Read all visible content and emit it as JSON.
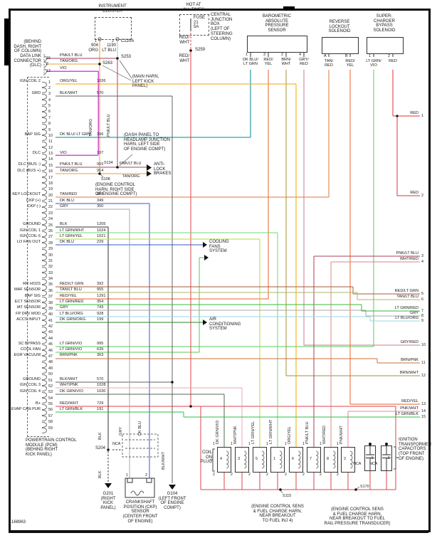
{
  "figure_number": "168963",
  "instrument_cluster": {
    "title": "INSTRUMENT\nCLUSTER",
    "connector": "C220A",
    "pins": [
      {
        "pin": "1",
        "wire": "904\nORG"
      },
      {
        "pin": "2",
        "wire": "1190\nLT BLU"
      }
    ]
  },
  "fuse": {
    "header": "HOT AT\nALL TIMES",
    "label": "FUSE\n21\n5A",
    "box": "CENTRAL\nJUNCTION\nBOX\n(LEFT OF\nSTEERING\nCOLUMN)",
    "wire_above": "RED/\nWHT",
    "wire_below": "RED/\nWHT"
  },
  "bap_sensor": {
    "title": "BAROMETRIC\nABSOLUTE\nPRESSURE\nSENSOR",
    "pins": [
      {
        "pin": "1",
        "wire": "DK BLU/\nLT GRN"
      },
      {
        "pin": "3",
        "wire": "RED/\nYEL"
      },
      {
        "pin": "2",
        "wire": "BRN/\nWHT"
      },
      {
        "pin": "4",
        "wire": "GRY/\nRED"
      }
    ]
  },
  "reverse_solenoid": {
    "title": "REVERSE\nLOCKOUT\nSOLENOID",
    "pins": [
      {
        "pin": "A",
        "wire": "TAN/\nRED"
      },
      {
        "pin": "B",
        "wire": "RED/\nYEL"
      }
    ]
  },
  "sc_solenoid": {
    "title": "SUPER-\nCHARGER\nBYPASS\nSOLENOID",
    "pins": [
      {
        "pin": "1",
        "wire": "LT GRN/\nVIO"
      },
      {
        "pin": "2",
        "wire": "RED"
      }
    ]
  },
  "dlc": {
    "location": "(BEHIND\nDASH, RIGHT\nOF COLUMN)",
    "name": "DATA LINK\nCONNECTOR\n(DLC)",
    "pins": [
      {
        "pin": "16",
        "wire": "PNK/LT BLU"
      },
      {
        "pin": "2",
        "wire": "TAN/ORG"
      },
      {
        "pin": "13",
        "wire": "VIO"
      }
    ]
  },
  "splices": {
    "s253": "S253",
    "s263": "S263",
    "s134": "S134",
    "s108": "S108",
    "s259": "S259",
    "s204": "S204",
    "s115": "S115",
    "s170": "S170"
  },
  "notes": {
    "main_harn": "(MAIN HARN,\nLEFT KICK\nPANEL)",
    "dash_panel": "(DASH PANEL TO\nHEADLAMP JUNCTION\nHARN, LEFT SIDE\nOF ENGINE COMPT)",
    "engine_harn": "(ENGINE CONTROL\nHARN, RIGHT SIDE\nOF ENGINE COMPT)",
    "s115_note": "(ENGINE CONTROL SENS\n& FUEL CHARGE HARN,\nNEAR BREAKOUT\nTO FUEL INJ 4)",
    "s170_note": "(ENGINE CONTROL SENS\n& FUEL CHARGE HARN,\nNEAR BREAKOUT TO FUEL\nRAIL PRESSURE TRANSDUCER)"
  },
  "arrows": {
    "abs": "ANTI-\nLOCK\nBRAKES",
    "abs_wire_top": "PNK/LT BLU",
    "abs_wire_bottom": "TAN/ORG",
    "cooling": "COOLING\nFANS\nSYSTEM",
    "ac": "AIR\nCONDITIONING\nSYSTEM"
  },
  "vertical_labels": {
    "tan_org": "TAN/ORG",
    "pnk_lt_blu": "PNK/LT BLU",
    "blk": "BLK",
    "blk2": "BLK",
    "gry": "GRY",
    "dk_blu": "DK BLU",
    "blk_wht": "BLK/WHT"
  },
  "pcm": {
    "label": "POWERTRAIN CONTROL\nMODULE (PCM)\n(BEHIND RIGHT\nKICK PANEL)",
    "rows": [
      {
        "pin": "1",
        "wire": "ORG/YEL",
        "ckt": "1026",
        "sig": "IGN COIL 2"
      },
      {
        "pin": "2"
      },
      {
        "pin": "3",
        "wire": "BLK/WHT",
        "ckt": "570",
        "sig": "GRD"
      },
      {
        "pin": "4"
      },
      {
        "pin": "5"
      },
      {
        "pin": "6"
      },
      {
        "pin": "7"
      },
      {
        "pin": "8"
      },
      {
        "pin": "9"
      },
      {
        "pin": "10",
        "wire": "DK BLU/\nLT GRN",
        "ckt": "356",
        "sig": "BAP SIG"
      },
      {
        "pin": "11"
      },
      {
        "pin": "12"
      },
      {
        "pin": "13",
        "wire": "VIO",
        "ckt": "107",
        "sig": "DLC"
      },
      {
        "pin": "14"
      },
      {
        "pin": "15",
        "wire": "PNK/LT BLU",
        "ckt": "915",
        "sig": "DLC (BUS -)"
      },
      {
        "pin": "16",
        "wire": "TAN/ORG",
        "ckt": "914",
        "sig": "DLC (BUS +)"
      },
      {
        "pin": "17"
      },
      {
        "pin": "18"
      },
      {
        "pin": "19"
      },
      {
        "pin": "20",
        "wire": "TAN/RED",
        "ckt": "898",
        "sig": "KEY LOCKOUT"
      },
      {
        "pin": "21",
        "wire": "DK BLU",
        "ckt": "349",
        "sig": "CKP (+)"
      },
      {
        "pin": "22",
        "wire": "GRY",
        "ckt": "350",
        "sig": "CKP (-)"
      },
      {
        "pin": "23"
      },
      {
        "pin": "24"
      },
      {
        "pin": "25",
        "wire": "BLK",
        "ckt": "1205",
        "sig": "GROUND"
      },
      {
        "pin": "26",
        "wire": "LT GRN/WHT",
        "ckt": "1024",
        "sig": "IGN COIL 1"
      },
      {
        "pin": "27",
        "wire": "LT GRN/YEL",
        "ckt": "1021",
        "sig": "IGN COIL 6"
      },
      {
        "pin": "28",
        "wire": "DK BLU",
        "ckt": "229",
        "sig": "LO FAN OUT"
      },
      {
        "pin": "29"
      },
      {
        "pin": "30"
      },
      {
        "pin": "31"
      },
      {
        "pin": "32"
      },
      {
        "pin": "33"
      },
      {
        "pin": "34"
      },
      {
        "pin": "35",
        "wire": "RED/LT GRN",
        "ckt": "392",
        "sig": "RR HO2S"
      },
      {
        "pin": "36",
        "wire": "TAN/LT BLU",
        "ckt": "955",
        "sig": "MAF SENSOR"
      },
      {
        "pin": "37",
        "wire": "RED/YEL",
        "ckt": "1291",
        "sig": "BAP SIG"
      },
      {
        "pin": "38",
        "wire": "LT GRN/RED",
        "ckt": "354",
        "sig": "ECT SENSOR"
      },
      {
        "pin": "39",
        "wire": "GRY",
        "ckt": "743",
        "sig": "IAT SENSOR"
      },
      {
        "pin": "40",
        "wire": "LT BLU/ORG",
        "ckt": "928",
        "sig": "FP DRV MOD"
      },
      {
        "pin": "41",
        "wire": "DK GRN/ORG",
        "ckt": "199",
        "sig": "ACCS INPUT"
      },
      {
        "pin": "42"
      },
      {
        "pin": "43"
      },
      {
        "pin": "44"
      },
      {
        "pin": "45",
        "wire": "LT GRN/VIO",
        "ckt": "995",
        "sig": "SC BYPASS"
      },
      {
        "pin": "46",
        "wire": "LT GRN/VIO",
        "ckt": "639",
        "sig": "COOL FAN"
      },
      {
        "pin": "47",
        "wire": "BRN/PNK",
        "ckt": "363",
        "sig": "EGR VACUUM"
      },
      {
        "pin": "48"
      },
      {
        "pin": "49"
      },
      {
        "pin": "50"
      },
      {
        "pin": "51",
        "wire": "BLK/WHT",
        "ckt": "570",
        "sig": "GROUND"
      },
      {
        "pin": "52",
        "wire": "WHT/PNK",
        "ckt": "1028",
        "sig": "IGN COIL 3"
      },
      {
        "pin": "53",
        "wire": "DK GRN/VIO",
        "ckt": "1030",
        "sig": "IGN COIL 4"
      },
      {
        "pin": "54"
      },
      {
        "pin": "55",
        "wire": "RED/WHT",
        "ckt": "729",
        "sig": "B+"
      },
      {
        "pin": "56",
        "wire": "LT GRN/BLK",
        "ckt": "191",
        "sig": "EVAP CAN PUR"
      },
      {
        "pin": "57"
      },
      {
        "pin": "58"
      },
      {
        "pin": "59"
      }
    ]
  },
  "right_exits": [
    {
      "n": "1",
      "wire": "RED"
    },
    {
      "n": "2",
      "wire": "RED"
    },
    {
      "n": "3",
      "wire": "PNK/LT BLU"
    },
    {
      "n": "4",
      "wire": "WHT/RED"
    },
    {
      "n": "5",
      "wire": "RED/LT GRN"
    },
    {
      "n": "6",
      "wire": "TAN/LT BLU"
    },
    {
      "n": "7",
      "wire": "LT GRN/RED"
    },
    {
      "n": "8",
      "wire": "GRY"
    },
    {
      "n": "9",
      "wire": "LT BLU/ORG"
    },
    {
      "n": "10",
      "wire": "GRY/RED"
    },
    {
      "n": "11",
      "wire": "BRN/PNK"
    },
    {
      "n": "12",
      "wire": "BRN/WHT"
    },
    {
      "n": "13",
      "wire": "RED/YEL"
    },
    {
      "n": "14",
      "wire": "PNK/WHT"
    },
    {
      "n": "15",
      "wire": "LT GRN/BLK"
    }
  ],
  "coils": {
    "label": "COIL\nON\nPLUG",
    "pin_top": "1",
    "pin_bottom": "2",
    "items": [
      {
        "cyl": "4",
        "wire": "DK GRN/VIO"
      },
      {
        "cyl": "3",
        "wire": "WHT/PNK"
      },
      {
        "cyl": "5",
        "wire": "LT GRN/YEL"
      },
      {
        "cyl": "1",
        "wire": "LT GRN/WHT"
      },
      {
        "cyl": "6",
        "wire": "ORG/YEL"
      },
      {
        "cyl": "7",
        "wire": "PNK/LT BLU"
      },
      {
        "cyl": "8",
        "wire": "WHT/RED"
      },
      {
        "cyl": "2",
        "wire": "PNK/WHT"
      }
    ]
  },
  "red_labels": [
    "RED",
    "RED",
    "RED",
    "RED",
    "RED",
    "RED",
    "RED",
    "RED",
    "RED",
    "RED",
    "RED",
    "RED"
  ],
  "capacitors": {
    "label": "IGNITION\nTRANSFORMER\nCAPACITORS\n(TOP FRONT\nOF ENGINE)",
    "items": [
      {
        "num": "1",
        "nca": "NCA"
      },
      {
        "num": "2",
        "nca": "NCA"
      }
    ]
  },
  "ckp": {
    "nca": "NCA",
    "pins": [
      {
        "pin": "1"
      },
      {
        "pin": "2"
      }
    ],
    "label": "CRANKSHAFT\nPOSITION (CKP)\nSENSOR\n(CENTER FRONT\nOF ENGINE)"
  },
  "grounds": {
    "g201": "G201\n(RIGHT\nKICK\nPANEL)",
    "g104": "G104\n(LEFT FRONT\nOF ENGINE\nCOMPT)"
  }
}
